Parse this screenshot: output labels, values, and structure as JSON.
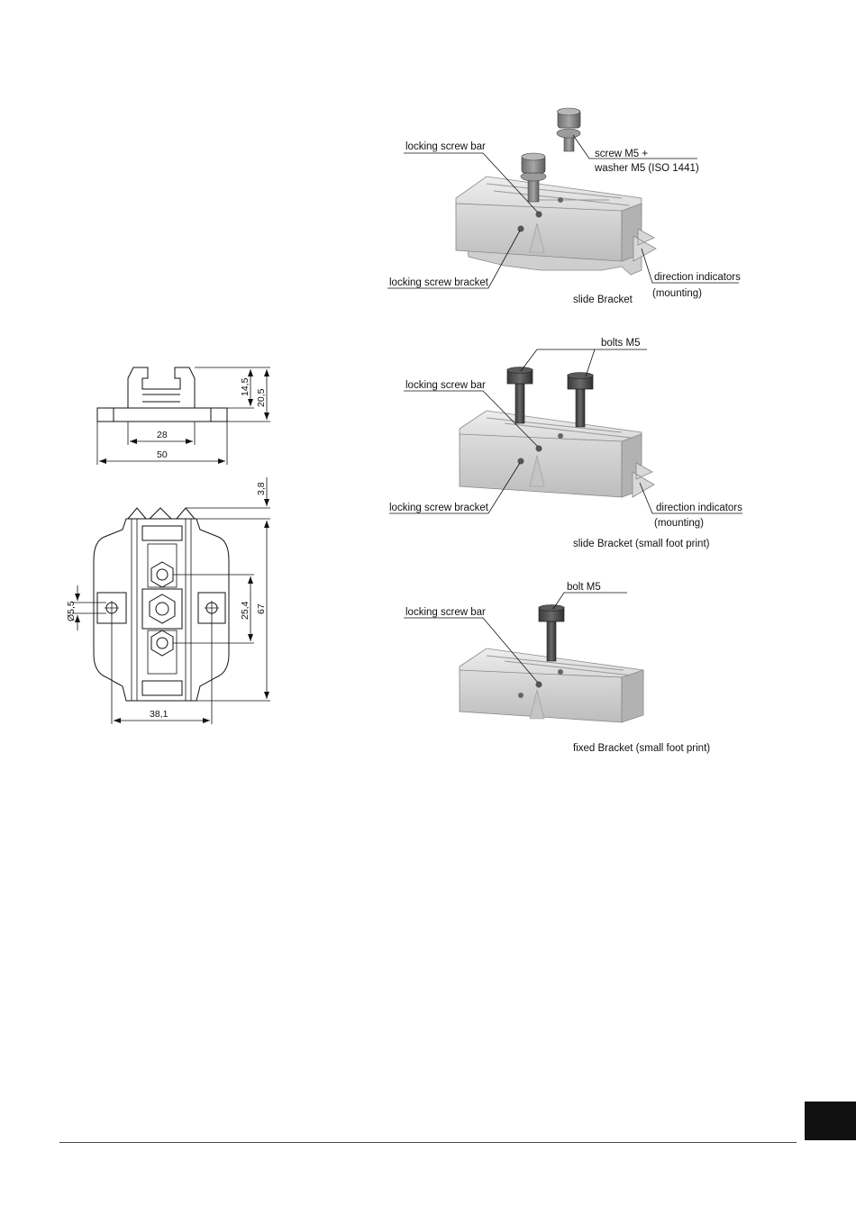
{
  "colors": {
    "body_light": "#e2e2e2",
    "body_mid": "#c9c9c9",
    "body_dark": "#a5a5a5",
    "bolt_dark": "#4a4a4a",
    "screw_grey": "#8a8a8a",
    "page_tab": "#111111"
  },
  "figures": {
    "slide_bracket": {
      "caption": "slide Bracket",
      "labels": {
        "locking_screw_bar": "locking screw bar",
        "screw_line1": "screw M5 +",
        "screw_line2": "washer M5 (ISO 1441)",
        "locking_screw_bracket": "locking screw bracket",
        "direction_indicators": "direction indicators",
        "mounting": "(mounting)"
      }
    },
    "slide_bracket_small": {
      "caption": "slide Bracket (small foot print)",
      "labels": {
        "bolts": "bolts M5",
        "locking_screw_bar": "locking screw bar",
        "locking_screw_bracket": "locking screw bracket",
        "direction_indicators": "direction indicators",
        "mounting": "(mounting)"
      }
    },
    "fixed_bracket_small": {
      "caption": "fixed Bracket (small foot print)",
      "labels": {
        "bolt": "bolt M5",
        "locking_screw_bar": "locking screw bar"
      }
    }
  },
  "dimensions": {
    "side_view": {
      "width_inner": "28",
      "width_outer": "50",
      "height_small": "14,5",
      "height_large": "20,5"
    },
    "top_view": {
      "offset": "3,8",
      "length": "67",
      "hole_spacing": "25,4",
      "hole_diameter": "Ø5,5",
      "hole_pitch": "38,1"
    }
  }
}
